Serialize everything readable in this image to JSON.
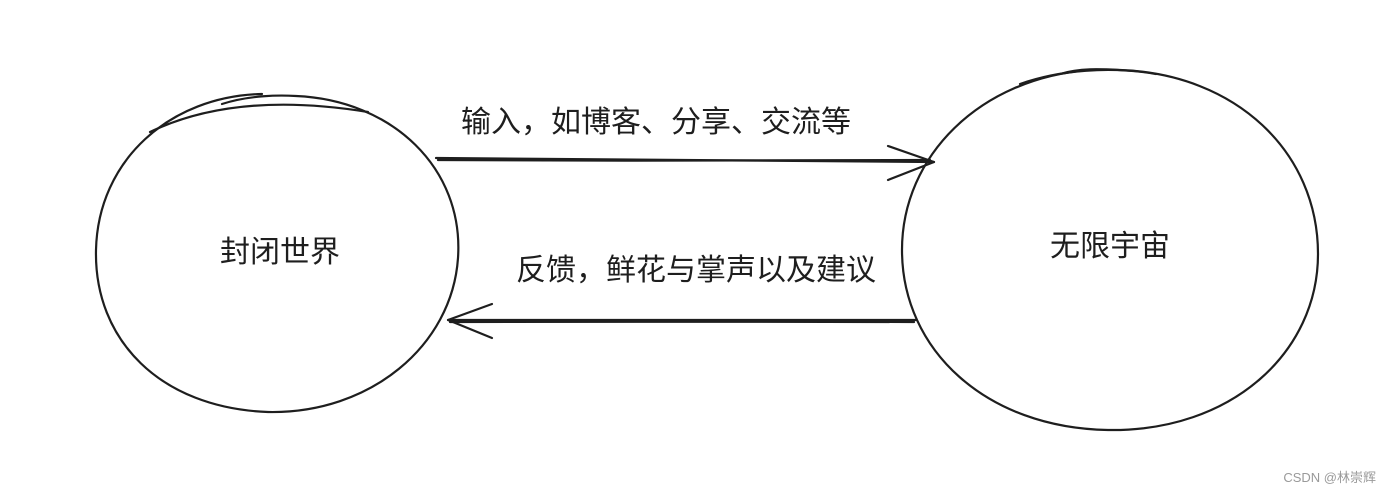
{
  "nodes": {
    "left": {
      "label": "封闭世界"
    },
    "right": {
      "label": "无限宇宙"
    }
  },
  "edges": {
    "top": {
      "label": "输入，如博客、分享、交流等",
      "direction": "left-to-right"
    },
    "bottom": {
      "label": "反馈，鲜花与掌声以及建议",
      "direction": "right-to-left"
    }
  },
  "watermark": "CSDN @林崇辉",
  "colors": {
    "stroke": "#1e1e1e",
    "background": "#ffffff",
    "watermark": "#9a9a9a"
  }
}
